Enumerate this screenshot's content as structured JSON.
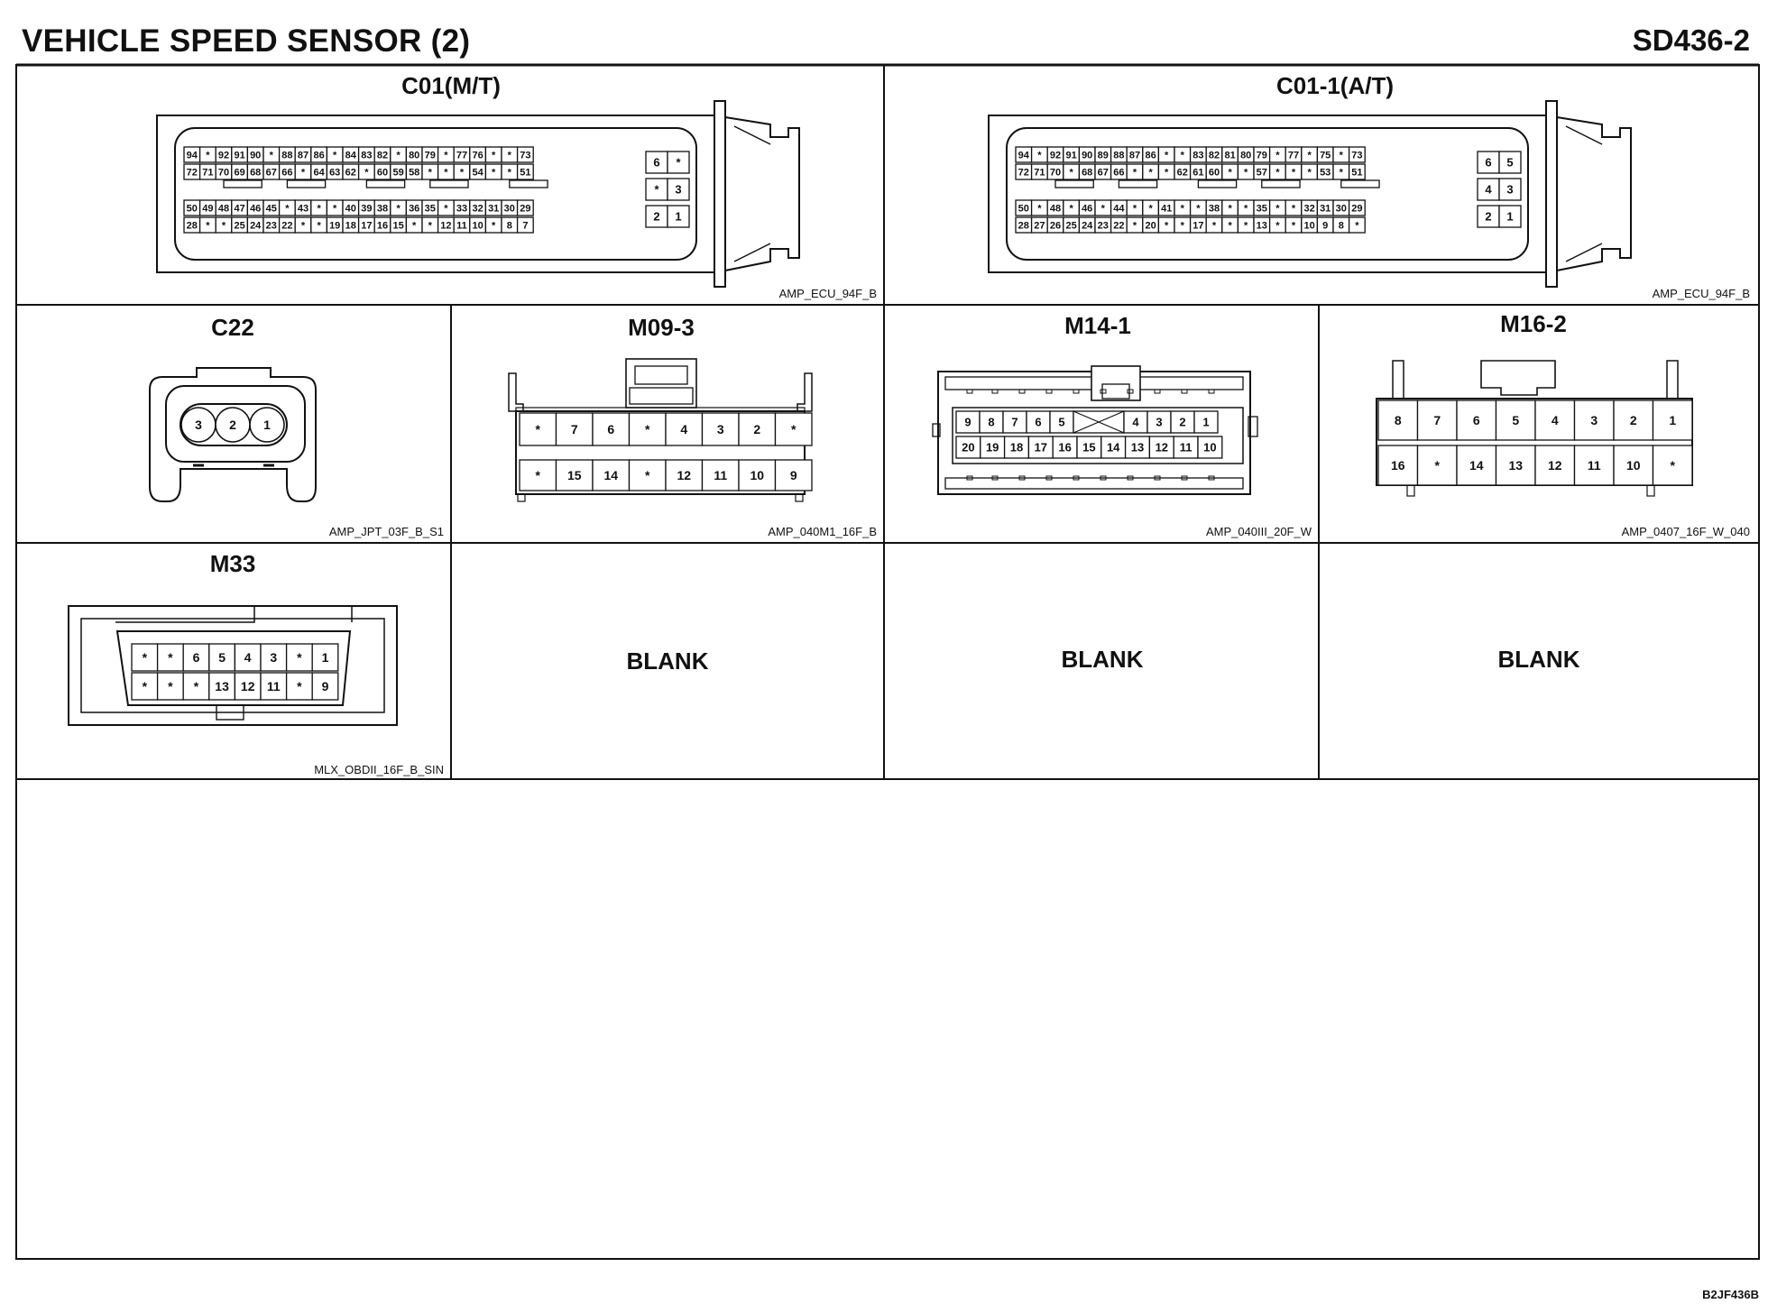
{
  "header": {
    "title": "VEHICLE SPEED SENSOR (2)",
    "code": "SD436-2"
  },
  "footer": {
    "code": "B2JF436B"
  },
  "connectors": [
    {
      "id": "C01(M/T)",
      "code": "AMP_ECU_94F_B",
      "rows": [
        [
          "94",
          "*",
          "92",
          "91",
          "90",
          "*",
          "88",
          "87",
          "86",
          "*",
          "84",
          "83",
          "82",
          "*",
          "80",
          "79",
          "*",
          "77",
          "76",
          "*",
          "*",
          "73"
        ],
        [
          "72",
          "71",
          "70",
          "69",
          "68",
          "67",
          "66",
          "*",
          "64",
          "63",
          "62",
          "*",
          "60",
          "59",
          "58",
          "*",
          "*",
          "*",
          "54",
          "*",
          "*",
          "51"
        ],
        [
          "50",
          "49",
          "48",
          "47",
          "46",
          "45",
          "*",
          "43",
          "*",
          "*",
          "40",
          "39",
          "38",
          "*",
          "36",
          "35",
          "*",
          "33",
          "32",
          "31",
          "30",
          "29"
        ],
        [
          "28",
          "*",
          "*",
          "25",
          "24",
          "23",
          "22",
          "*",
          "*",
          "19",
          "18",
          "17",
          "16",
          "15",
          "*",
          "*",
          "12",
          "11",
          "10",
          "*",
          "8",
          "7"
        ]
      ],
      "side": [
        [
          "6",
          "*"
        ],
        [
          "*",
          "3"
        ],
        [
          "2",
          "1"
        ]
      ]
    },
    {
      "id": "C01-1(A/T)",
      "code": "AMP_ECU_94F_B",
      "rows": [
        [
          "94",
          "*",
          "92",
          "91",
          "90",
          "89",
          "88",
          "87",
          "86",
          "*",
          "*",
          "83",
          "82",
          "81",
          "80",
          "79",
          "*",
          "77",
          "*",
          "75",
          "*",
          "73"
        ],
        [
          "72",
          "71",
          "70",
          "*",
          "68",
          "67",
          "66",
          "*",
          "*",
          "*",
          "62",
          "61",
          "60",
          "*",
          "*",
          "57",
          "*",
          "*",
          "*",
          "53",
          "*",
          "51"
        ],
        [
          "50",
          "*",
          "48",
          "*",
          "46",
          "*",
          "44",
          "*",
          "*",
          "41",
          "*",
          "*",
          "38",
          "*",
          "*",
          "35",
          "*",
          "*",
          "32",
          "31",
          "30",
          "29"
        ],
        [
          "28",
          "27",
          "26",
          "25",
          "24",
          "23",
          "22",
          "*",
          "20",
          "*",
          "*",
          "17",
          "*",
          "*",
          "*",
          "13",
          "*",
          "*",
          "10",
          "9",
          "8",
          "*"
        ]
      ],
      "side": [
        [
          "6",
          "5"
        ],
        [
          "4",
          "3"
        ],
        [
          "2",
          "1"
        ]
      ]
    },
    {
      "id": "C22",
      "code": "AMP_JPT_03F_B_S1",
      "pins": [
        "3",
        "2",
        "1"
      ]
    },
    {
      "id": "M09-3",
      "code": "AMP_040M1_16F_B",
      "rows": [
        [
          "*",
          "7",
          "6",
          "*",
          "4",
          "3",
          "2",
          "*"
        ],
        [
          "*",
          "15",
          "14",
          "*",
          "12",
          "11",
          "10",
          "9"
        ]
      ]
    },
    {
      "id": "M14-1",
      "code": "AMP_040III_20F_W",
      "rows": [
        [
          "9",
          "8",
          "7",
          "6",
          "5",
          "X",
          "4",
          "3",
          "2",
          "1"
        ],
        [
          "20",
          "19",
          "18",
          "17",
          "16",
          "15",
          "14",
          "13",
          "12",
          "11",
          "10"
        ]
      ]
    },
    {
      "id": "M16-2",
      "code": "AMP_0407_16F_W_040",
      "rows": [
        [
          "8",
          "7",
          "6",
          "5",
          "4",
          "3",
          "2",
          "1"
        ],
        [
          "16",
          "*",
          "14",
          "13",
          "12",
          "11",
          "10",
          "*"
        ]
      ]
    },
    {
      "id": "M33",
      "code": "MLX_OBDII_16F_B_SIN",
      "rows": [
        [
          "*",
          "*",
          "6",
          "5",
          "4",
          "3",
          "*",
          "1"
        ],
        [
          "*",
          "*",
          "*",
          "13",
          "12",
          "11",
          "*",
          "9"
        ]
      ]
    }
  ],
  "blanks": [
    "BLANK",
    "BLANK",
    "BLANK"
  ]
}
